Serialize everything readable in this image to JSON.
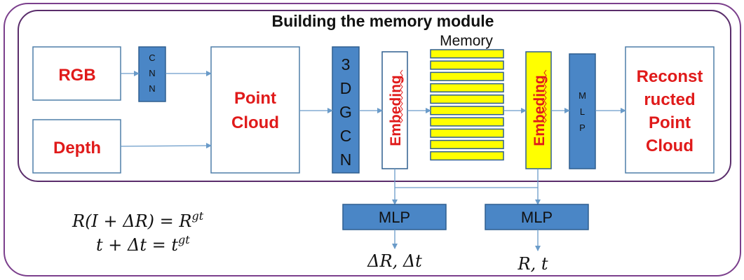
{
  "title": "Building the memory module",
  "inputs": {
    "rgb": "RGB",
    "depth": "Depth"
  },
  "cnn_letters": [
    "C",
    "N",
    "N"
  ],
  "point_cloud_lines": [
    "Point",
    "Cloud"
  ],
  "gcn_letters": [
    "3",
    "D",
    "G",
    "C",
    "N"
  ],
  "embedding_left": "Embeding",
  "memory_label": "Memory",
  "memory_slots": 10,
  "embedding_right": "Embeding",
  "mlp_vertical_letters": [
    "M",
    "L",
    "P"
  ],
  "reconstructed_lines": [
    "Reconst",
    "ructed",
    "Point",
    "Cloud"
  ],
  "mlp_left_label": "MLP",
  "mlp_right_label": "MLP",
  "output_left": "ΔR, Δt",
  "output_right": "R, t",
  "equation_1": {
    "lhs": "R(I + ΔR) = R",
    "sup": "gt"
  },
  "equation_2": {
    "lhs": "t + Δt = t",
    "sup": "gt"
  },
  "colors": {
    "blue_fill": "#4a86c6",
    "blue_stroke": "#2f5f8f",
    "yellow_fill": "#ffff00",
    "red_text": "#e01a1a",
    "outer_border": "#7b3f8c",
    "inner_border": "#5a2d6b",
    "box_border": "#4f7fa8",
    "arrow": "#6a9bc9"
  }
}
